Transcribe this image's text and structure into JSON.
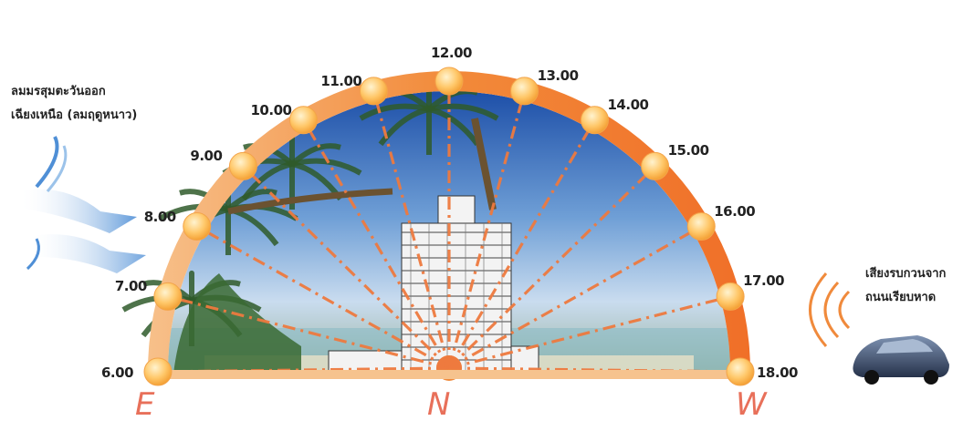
{
  "hours": [
    {
      "label": "6.00"
    },
    {
      "label": "7.00"
    },
    {
      "label": "8.00"
    },
    {
      "label": "9.00"
    },
    {
      "label": "10.00"
    },
    {
      "label": "11.00"
    },
    {
      "label": "12.00"
    },
    {
      "label": "13.00"
    },
    {
      "label": "14.00"
    },
    {
      "label": "15.00"
    },
    {
      "label": "16.00"
    },
    {
      "label": "17.00"
    },
    {
      "label": "18.00"
    }
  ],
  "compass": {
    "east": "E",
    "north": "N",
    "west": "W"
  },
  "wind_note": {
    "line1": "ลมมรสุมตะวันออก",
    "line2": "เฉียงเหนือ (ลมฤดูหนาว)"
  },
  "noise_note": {
    "line1": "เสียงรบกวนจาก",
    "line2": "ถนนเรียบหาด"
  },
  "colors": {
    "arc": "#f08a3c",
    "sun": "#ffc36a",
    "ray": "#ee7a3f",
    "accent": "#e8705a"
  }
}
